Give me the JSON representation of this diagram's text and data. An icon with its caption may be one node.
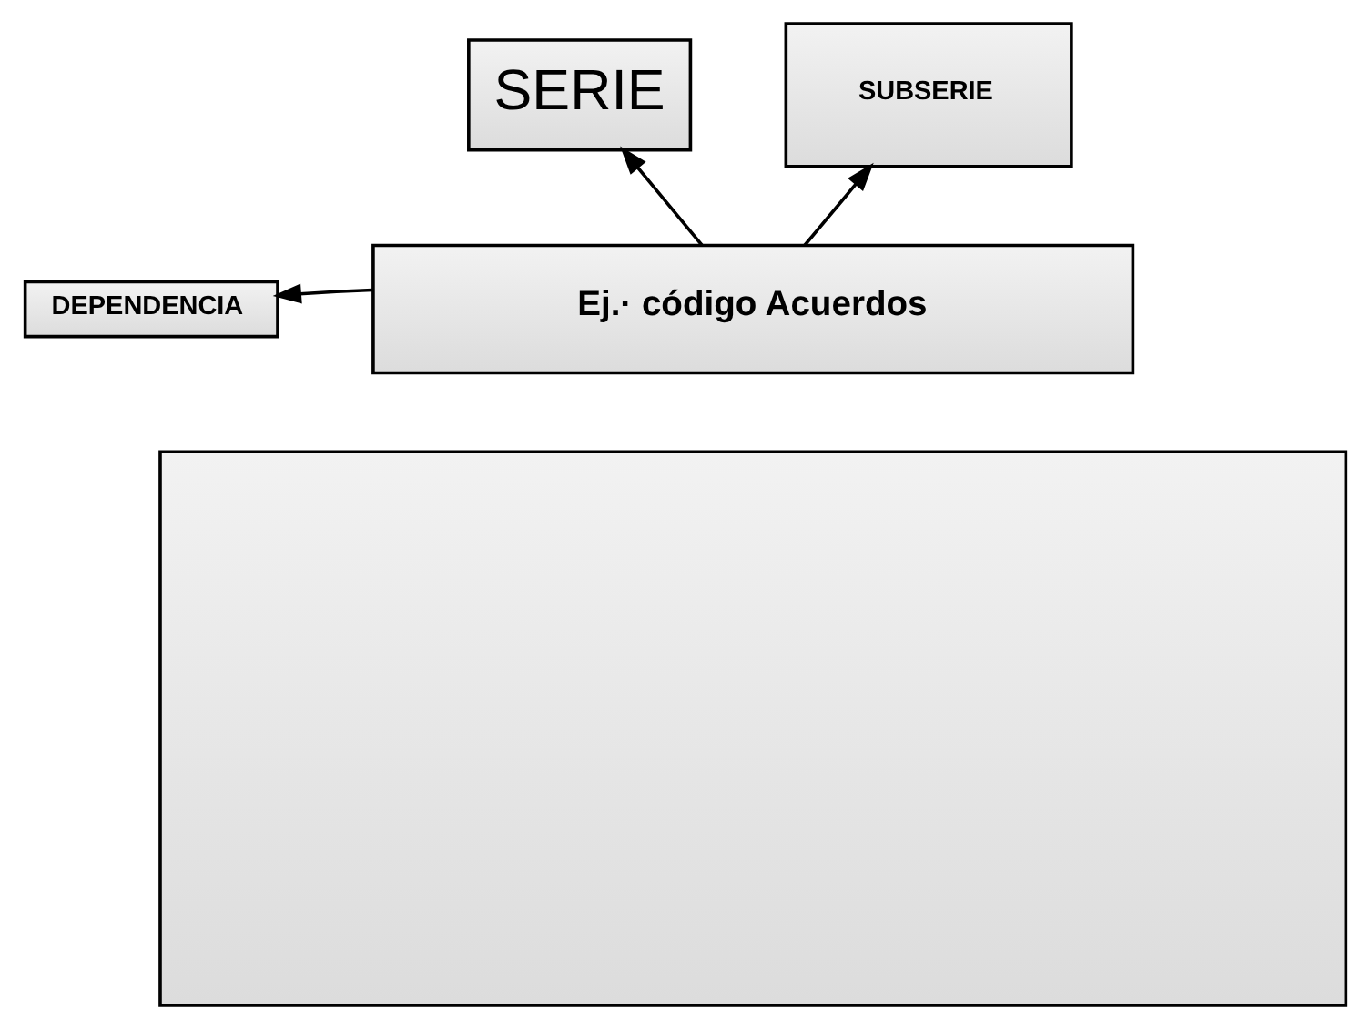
{
  "diagram": {
    "nodes": [
      {
        "text": [
          "SERIE"
        ]
      },
      {
        "text": [
          "SUBSERIE"
        ]
      },
      {
        "text": [
          "DEPENDENCIA"
        ]
      },
      {
        "text": [
          "Ej.· código Acuerdos"
        ]
      },
      {
        "text": [],
        "shape": "box"
      }
    ],
    "edges": [
      {
        "from": 3,
        "to": 0,
        "arrow": "to"
      },
      {
        "from": 3,
        "to": 1,
        "arrow": "to"
      },
      {
        "from": 3,
        "to": 2,
        "arrow": "to"
      }
    ]
  }
}
